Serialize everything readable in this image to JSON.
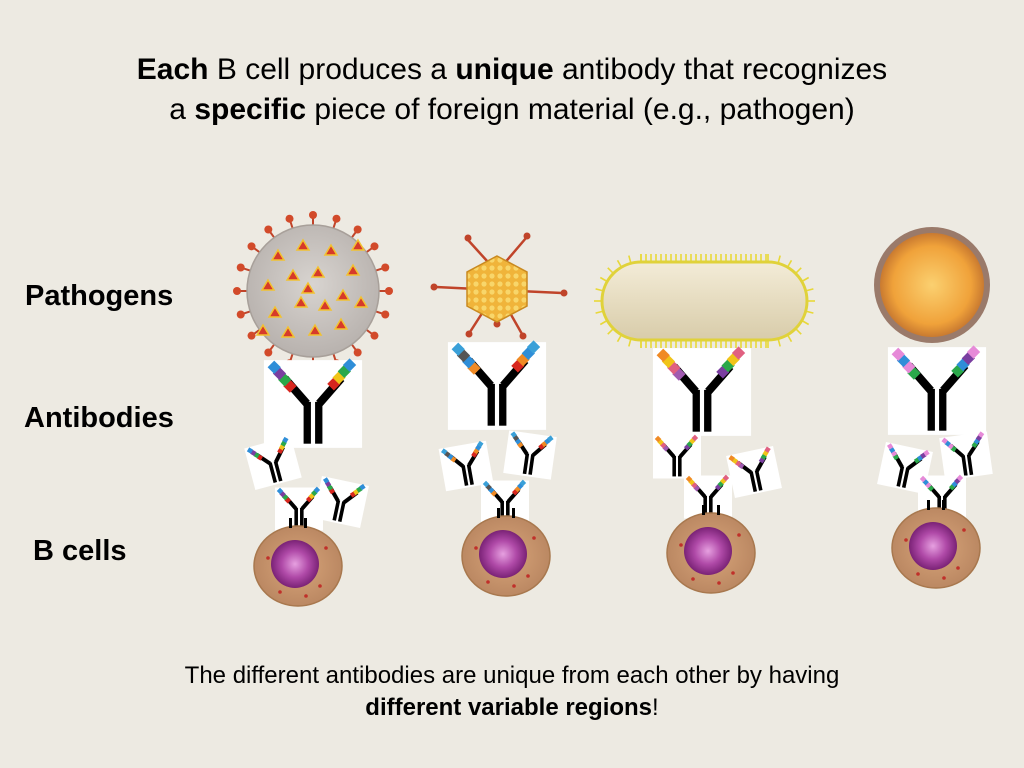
{
  "title": {
    "line1": {
      "bold1": "Each",
      "text1": " B cell produces a ",
      "bold2": "unique",
      "text2": " antibody that recognizes"
    },
    "line2": {
      "text1": "a ",
      "bold1": "specific",
      "text2": " piece of foreign material (e.g., pathogen)"
    }
  },
  "labels": {
    "pathogens": "Pathogens",
    "antibodies": "Antibodies",
    "bcells": "B cells"
  },
  "footer": {
    "line1": "The different antibodies are unique from each other by having",
    "bold": "different variable regions",
    "punct": "!"
  },
  "colors": {
    "background": "#edeae2",
    "cell_body": "#c9976a",
    "nucleus": "#a23a9c",
    "antibody_stem": "#000000"
  },
  "pathogens": [
    {
      "kind": "spiky-virus-icon"
    },
    {
      "kind": "bacteriophage-icon"
    },
    {
      "kind": "rod-bacterium-icon"
    },
    {
      "kind": "round-cell-icon"
    }
  ],
  "antibody_tips": [
    {
      "left": [
        "#d7261e",
        "#2aa84a",
        "#7a3ea0",
        "#2f8ed8"
      ],
      "right": [
        "#d7261e",
        "#f0c419",
        "#2aa84a",
        "#2f8ed8"
      ]
    },
    {
      "left": [
        "#f08a24",
        "#2f8ed8",
        "#555555",
        "#3aa0d8"
      ],
      "right": [
        "#d7261e",
        "#f08a24",
        "#2f8ed8",
        "#3aa0d8"
      ]
    },
    {
      "left": [
        "#a05ab0",
        "#e06080",
        "#f0c419",
        "#f08a24"
      ],
      "right": [
        "#7a3ea0",
        "#2aa84a",
        "#f0c419",
        "#e06080"
      ]
    },
    {
      "left": [
        "#2aa84a",
        "#e68ad8",
        "#2f8ed8",
        "#e68ad8"
      ],
      "right": [
        "#2aa84a",
        "#2f8ed8",
        "#7a3ea0",
        "#e68ad8"
      ]
    }
  ]
}
